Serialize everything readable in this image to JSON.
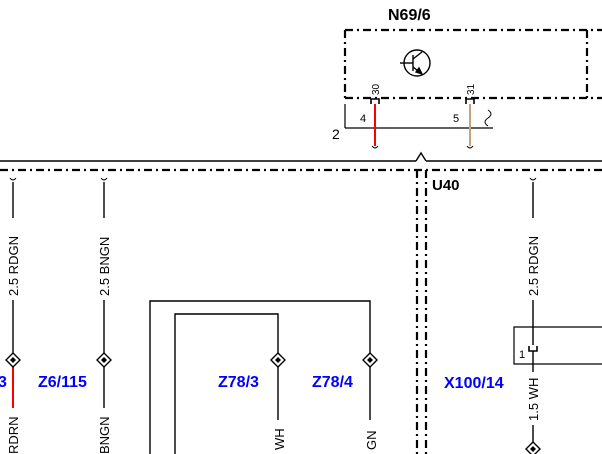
{
  "colors": {
    "wire": "#000000",
    "wire_red": "#ff0000",
    "wire_tan": "#c8a07a",
    "connector_label": "#0000ff"
  },
  "components": {
    "module_name": "N69/6",
    "module_ref": "U40",
    "pin_30": "30",
    "pin_31": "31",
    "pin_4": "4",
    "pin_5": "5",
    "ref_2": "2",
    "connector_pin_1": "1"
  },
  "wires": [
    {
      "label": "2.5 RDGN"
    },
    {
      "label": "2.5 BNGN"
    },
    {
      "label": "2.5 RDGN"
    },
    {
      "label": "1.5 WH"
    }
  ],
  "connectors": [
    {
      "label": "3"
    },
    {
      "label": "Z6/115"
    },
    {
      "label": "Z78/3"
    },
    {
      "label": "Z78/4"
    },
    {
      "label": "X100/14"
    }
  ],
  "bottom_wire_labels": [
    {
      "label": "RDRN"
    },
    {
      "label": "BNGN"
    },
    {
      "label": "WH"
    },
    {
      "label": "GN"
    }
  ],
  "icons": {
    "transistor": "transistor-icon",
    "splice": "splice-diamond-icon"
  }
}
